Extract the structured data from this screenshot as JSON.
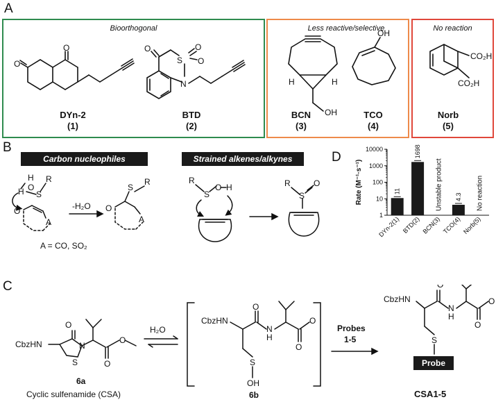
{
  "panels": {
    "a": "A",
    "b": "B",
    "c": "C",
    "d": "D"
  },
  "panel_a": {
    "groups": [
      {
        "caption": "Bioorthogonal",
        "color": "#2e8b4e"
      },
      {
        "caption": "Less reactive/selective",
        "color": "#ee8a4a"
      },
      {
        "caption": "No reaction",
        "color": "#e0473a"
      }
    ],
    "compounds": [
      {
        "name": "DYn-2",
        "num": "(1)"
      },
      {
        "name": "BTD",
        "num": "(2)"
      },
      {
        "name": "BCN",
        "num": "(3)"
      },
      {
        "name": "TCO",
        "num": "(4)"
      },
      {
        "name": "Norb",
        "num": "(5)"
      }
    ],
    "atoms": {
      "O": "O",
      "S": "S",
      "N": "N",
      "H": "H",
      "OH": "OH",
      "CO2H": "CO₂H"
    }
  },
  "panel_b": {
    "left_title": "Carbon nucleophiles",
    "right_title": "Strained alkenes/alkynes",
    "minus_water": "-H₂O",
    "condition": "A = CO, SO₂",
    "atoms": {
      "H": "H",
      "O": "O",
      "S": "S",
      "R": "R",
      "A": "A"
    }
  },
  "panel_c": {
    "cbzhn": "CbzHN",
    "label_6a": "6a",
    "label_6a_name": "Cyclic sulfenamide (CSA)",
    "water": "H₂O",
    "label_6b": "6b",
    "probes": "Probes",
    "probes_range": "1-5",
    "probe_box": "Probe",
    "label_product": "CSA1-5",
    "atoms": {
      "O": "O",
      "N": "N",
      "H": "H",
      "S": "S",
      "OH": "OH"
    }
  },
  "chart_data": {
    "type": "bar",
    "ylabel": "Rate (M⁻¹·s⁻¹)",
    "yscale": "log",
    "ylim": [
      1,
      10000
    ],
    "yticks": [
      "1",
      "10",
      "100",
      "1000",
      "10000"
    ],
    "categories": [
      "DYn-2(1)",
      "BTD(2)",
      "BCN(3)",
      "TCO(4)",
      "Norb(5)"
    ],
    "values": [
      11,
      1698,
      null,
      4.3,
      null
    ],
    "data_labels": [
      "11",
      "1698",
      "Unstable product",
      "4.3",
      "No reaction"
    ],
    "bar_color": "#1a1a1a"
  }
}
